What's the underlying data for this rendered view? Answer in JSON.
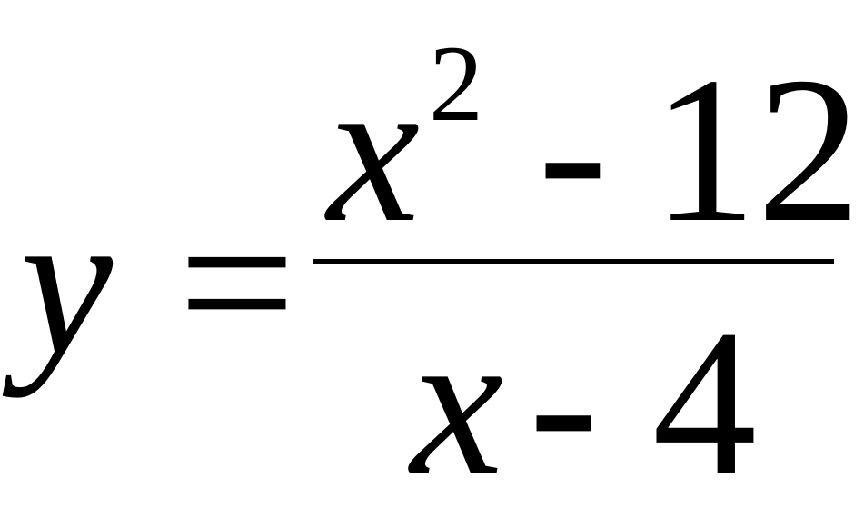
{
  "formula": {
    "lhs": {
      "variable": "y",
      "relation": "="
    },
    "numerator": {
      "variable": "x",
      "exponent": "2",
      "operator": "-",
      "constant": "12"
    },
    "denominator": {
      "variable": "x",
      "operator": "-",
      "constant": "4"
    }
  }
}
